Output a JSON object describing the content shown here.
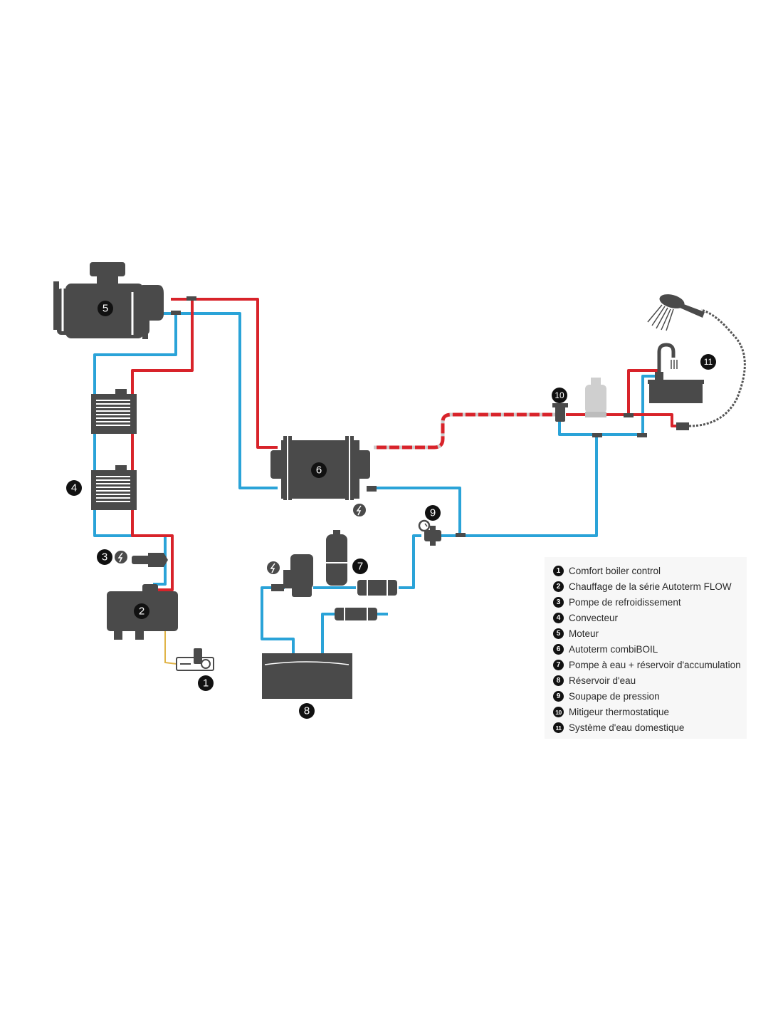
{
  "colors": {
    "hot": "#d8232a",
    "cold": "#2aa3d8",
    "device": "#4a4a4a",
    "control_wire": "#e0b447",
    "legend_background": "#f7f7f7"
  },
  "components": [
    {
      "num": "5",
      "icon": "engine-icon"
    },
    {
      "num": "6",
      "icon": "combiboil-heater-icon"
    },
    {
      "num": "4",
      "icon": "convector-icon"
    },
    {
      "num": "3",
      "icon": "coolant-pump-icon"
    },
    {
      "num": "2",
      "icon": "flow-heater-icon"
    },
    {
      "num": "1",
      "icon": "boiler-control-panel-icon"
    },
    {
      "num": "7",
      "icon": "water-pump-accumulator-icon"
    },
    {
      "num": "8",
      "icon": "water-tank-icon"
    },
    {
      "num": "9",
      "icon": "pressure-valve-icon"
    },
    {
      "num": "10",
      "icon": "thermostatic-mixer-icon"
    },
    {
      "num": "11",
      "icon": "sink-shower-icon"
    }
  ],
  "legend": [
    {
      "num": "1",
      "label": "Comfort boiler control"
    },
    {
      "num": "2",
      "label": "Chauffage de la série Autoterm FLOW"
    },
    {
      "num": "3",
      "label": "Pompe de refroidissement"
    },
    {
      "num": "4",
      "label": "Convecteur"
    },
    {
      "num": "5",
      "label": "Moteur"
    },
    {
      "num": "6",
      "label": "Autoterm combiBOIL"
    },
    {
      "num": "7",
      "label": "Pompe à eau + réservoir d'accumulation"
    },
    {
      "num": "8",
      "label": "Réservoir d'eau"
    },
    {
      "num": "9",
      "label": "Soupape de pression"
    },
    {
      "num": "10",
      "label": "Mitigeur thermostatique"
    },
    {
      "num": "11",
      "label": "Système d'eau domestique"
    }
  ]
}
